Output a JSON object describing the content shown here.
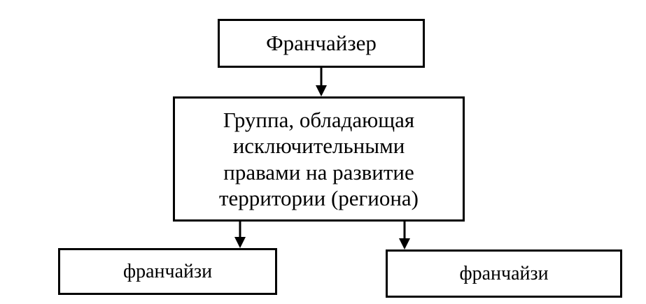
{
  "diagram": {
    "top_node": "Франчайзер",
    "middle_node": {
      "lines": [
        "Группа, обладающая",
        "исключительными",
        "правами на развитие",
        "территории (региона)"
      ]
    },
    "bottom_left_node": "франчайзи",
    "bottom_right_node": "франчайзи"
  }
}
